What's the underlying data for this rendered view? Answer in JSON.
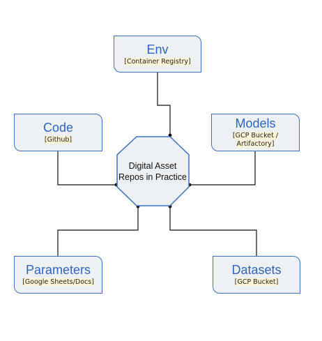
{
  "center": {
    "label": "Digital Asset Repos in Practice"
  },
  "nodes": {
    "env": {
      "title": "Env",
      "sub": "[Container Registry]"
    },
    "code": {
      "title": "Code",
      "sub": "[Github]"
    },
    "models": {
      "title": "Models",
      "sub_line1": "[GCP Bucket /",
      "sub_line2": "Artifactory]"
    },
    "parameters": {
      "title": "Parameters",
      "sub": "[Google Sheets/Docs]"
    },
    "datasets": {
      "title": "Datasets",
      "sub": "[GCP Bucket]"
    }
  },
  "colors": {
    "node_border": "#3d6fc0",
    "node_fill": "#eef1f4",
    "title_text": "#2f64c0",
    "sub_highlight": "#fff5d6",
    "connector": "#111111"
  }
}
